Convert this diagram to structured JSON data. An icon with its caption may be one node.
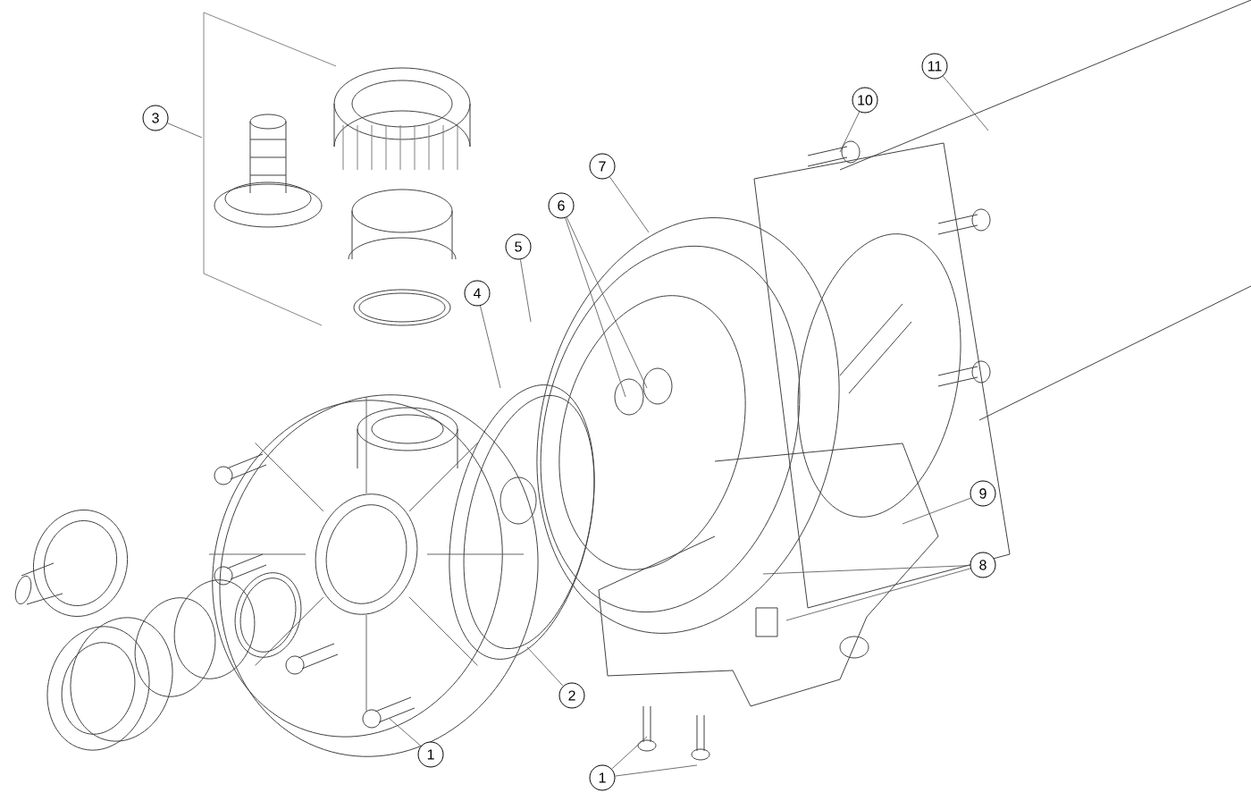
{
  "diagram": {
    "nodes": [
      {
        "text": [
          "3"
        ]
      },
      {
        "text": [
          "11"
        ]
      },
      {
        "text": [
          "10"
        ]
      },
      {
        "text": [
          "7"
        ]
      },
      {
        "text": [
          "6"
        ]
      },
      {
        "text": [
          "5"
        ]
      },
      {
        "text": [
          "4"
        ]
      },
      {
        "text": [
          "9"
        ]
      },
      {
        "text": [
          "8"
        ]
      },
      {
        "text": [
          "2"
        ]
      },
      {
        "text": [
          "1"
        ]
      },
      {
        "text": [
          "1"
        ]
      }
    ],
    "edges": [
      {
        "from": 0,
        "to": null,
        "arrow": "none"
      },
      {
        "from": 1,
        "to": null,
        "arrow": "none"
      },
      {
        "from": 2,
        "to": null,
        "arrow": "none"
      },
      {
        "from": 3,
        "to": null,
        "arrow": "none"
      },
      {
        "from": 4,
        "to": null,
        "arrow": "none"
      },
      {
        "from": 4,
        "to": null,
        "arrow": "none"
      },
      {
        "from": 5,
        "to": null,
        "arrow": "none"
      },
      {
        "from": 6,
        "to": null,
        "arrow": "none"
      },
      {
        "from": 7,
        "to": null,
        "arrow": "none"
      },
      {
        "from": 8,
        "to": null,
        "arrow": "none"
      },
      {
        "from": 8,
        "to": null,
        "arrow": "none"
      },
      {
        "from": 9,
        "to": null,
        "arrow": "none"
      },
      {
        "from": 10,
        "to": null,
        "arrow": "none"
      },
      {
        "from": 11,
        "to": null,
        "arrow": "none"
      },
      {
        "from": 11,
        "to": null,
        "arrow": "none"
      }
    ]
  }
}
